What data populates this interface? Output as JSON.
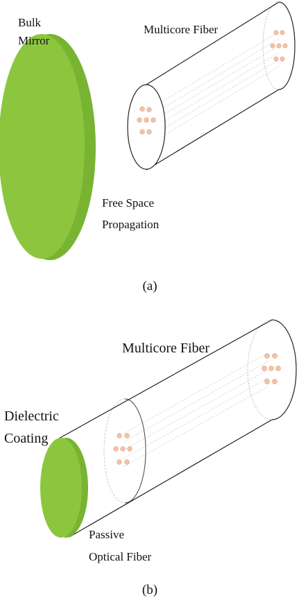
{
  "panel_a": {
    "label_bulk_line1": "Bulk",
    "label_bulk_line2": "Mirror",
    "label_fiber": "Multicore Fiber",
    "label_fsp_line1": "Free Space",
    "label_fsp_line2": "Propagation",
    "caption": "(a)"
  },
  "panel_b": {
    "label_fiber": "Multicore Fiber",
    "label_dc_line1": "Dielectric",
    "label_dc_line2": "Coating",
    "label_pof_line1": "Passive",
    "label_pof_line2": "Optical Fiber",
    "caption": "(b)"
  },
  "colors": {
    "mirror": "#8cc63f",
    "mirror_edge": "#79b332",
    "core": "#f1c2aa"
  }
}
